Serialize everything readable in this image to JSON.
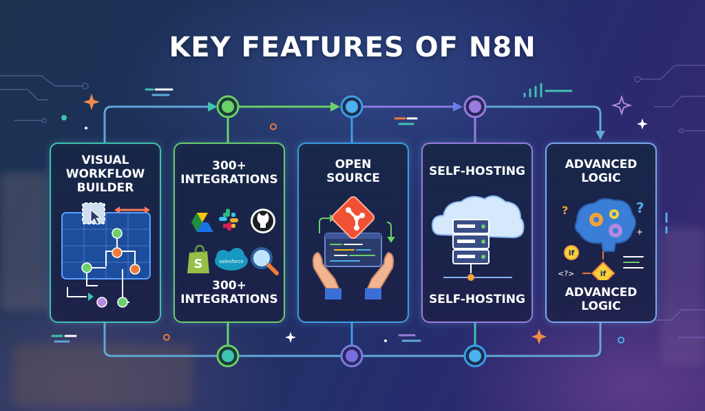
{
  "title": "KEY FEATURES OF N8N",
  "cards": [
    {
      "title": "VISUAL\nWORKFLOW\nBUILDER",
      "border": "#3fc3b0"
    },
    {
      "title": "300+\nINTEGRATIONS",
      "bottom": "300+\nINTEGRATIONS",
      "border": "#6ad06a"
    },
    {
      "title": "OPEN\nSOURCE",
      "border": "#3b9ee8"
    },
    {
      "title": "SELF-HOSTING",
      "bottom": "SELF-HOSTING",
      "border": "#9b7de0"
    },
    {
      "title": "ADVANCED\nLOGIC",
      "bottom": "ADVANCED\nLOGIC",
      "border": "#7aa8f0"
    }
  ],
  "salesforce_label": "salesforce",
  "icons": {
    "card1": "workflow-canvas-icon",
    "card2": [
      "google-drive-icon",
      "slack-icon",
      "github-icon",
      "shopify-icon",
      "salesforce-icon",
      "search-icon"
    ],
    "card3": "git-hands-icon",
    "card4": "server-cloud-icon",
    "card5": "brain-gears-icon"
  },
  "colors": {
    "green": "#6ad06a",
    "teal": "#3fc3b0",
    "blue": "#3b9ee8",
    "purple": "#9b7de0",
    "orange": "#f07a3a"
  }
}
